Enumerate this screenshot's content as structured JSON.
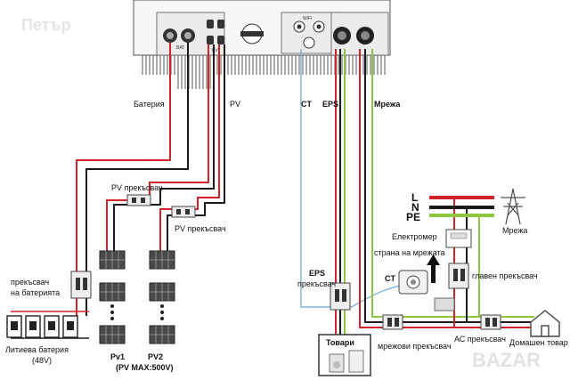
{
  "watermark_top": "Петър",
  "watermark_bottom": "BAZAR",
  "inverter": {
    "port_labels": {
      "bat": "BAT",
      "pv": "PV",
      "wifi": "WiFi"
    }
  },
  "labels": {
    "battery": "Батерия",
    "pv": "PV",
    "ct": "CT",
    "eps": "EPS",
    "grid_top": "Мрежа",
    "pv_breaker_1": "PV прекъсвач",
    "pv_breaker_2": "PV прекъсвач",
    "battery_breaker_l1": "прекъсвач",
    "battery_breaker_l2": "на батерията",
    "lithium_battery": "Литиева батерия",
    "battery_voltage": "(48V)",
    "pv1": "Pv1",
    "pv2": "PV2",
    "pv_max": "(PV MAX:500V)",
    "line_l": "L",
    "line_n": "N",
    "line_pe": "PE",
    "grid_right": "Мрежа",
    "meter": "Електромер",
    "grid_side": "страна на мрежата",
    "ct_sensor": "CT",
    "main_breaker": "главен прекъсвач",
    "eps_breaker_l1": "EPS",
    "eps_breaker_l2": "прекъсвач",
    "loads": "Товари",
    "grid_breaker": "мрежови прекъсвач",
    "ac_breaker": "АС прекъсвач",
    "home_load": "Домашен товар"
  },
  "colors": {
    "red": "#d2232a",
    "green": "#8dc63f",
    "black": "#1a1a1a",
    "blue": "#7fb3d5",
    "gray": "#9a9a9a"
  }
}
